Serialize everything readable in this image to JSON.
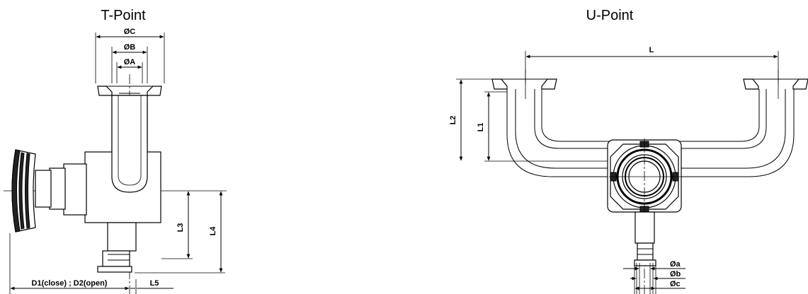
{
  "titles": {
    "t_point": "T-Point",
    "u_point": "U-Point"
  },
  "t_point_dims": {
    "dC": "ØC",
    "dB": "ØB",
    "dA": "ØA",
    "L3": "L3",
    "L4": "L4",
    "L5": "L5",
    "D": "D1(close) ; D2(open)"
  },
  "u_point_dims": {
    "L": "L",
    "L1": "L1",
    "L2": "L2",
    "da": "Øa",
    "db": "Øb",
    "dc": "Øc"
  }
}
